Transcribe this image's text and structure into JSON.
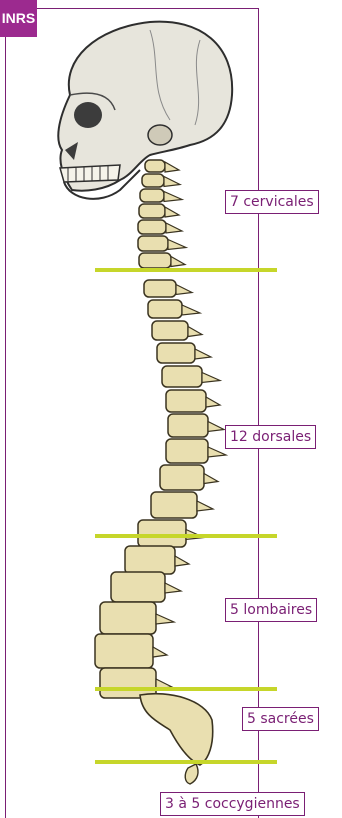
{
  "logo": {
    "text": "INRS"
  },
  "colors": {
    "brand": "#9c2a8f",
    "frame": "#7a1f74",
    "divider": "#c6d62a",
    "bone": "#e9dfb0",
    "bone_outline": "#3a3320"
  },
  "regions": [
    {
      "label": "7 cervicales"
    },
    {
      "label": "12 dorsales"
    },
    {
      "label": "5 lombaires"
    },
    {
      "label": "5 sacrées"
    },
    {
      "label": "3 à 5 coccygiennes"
    }
  ]
}
